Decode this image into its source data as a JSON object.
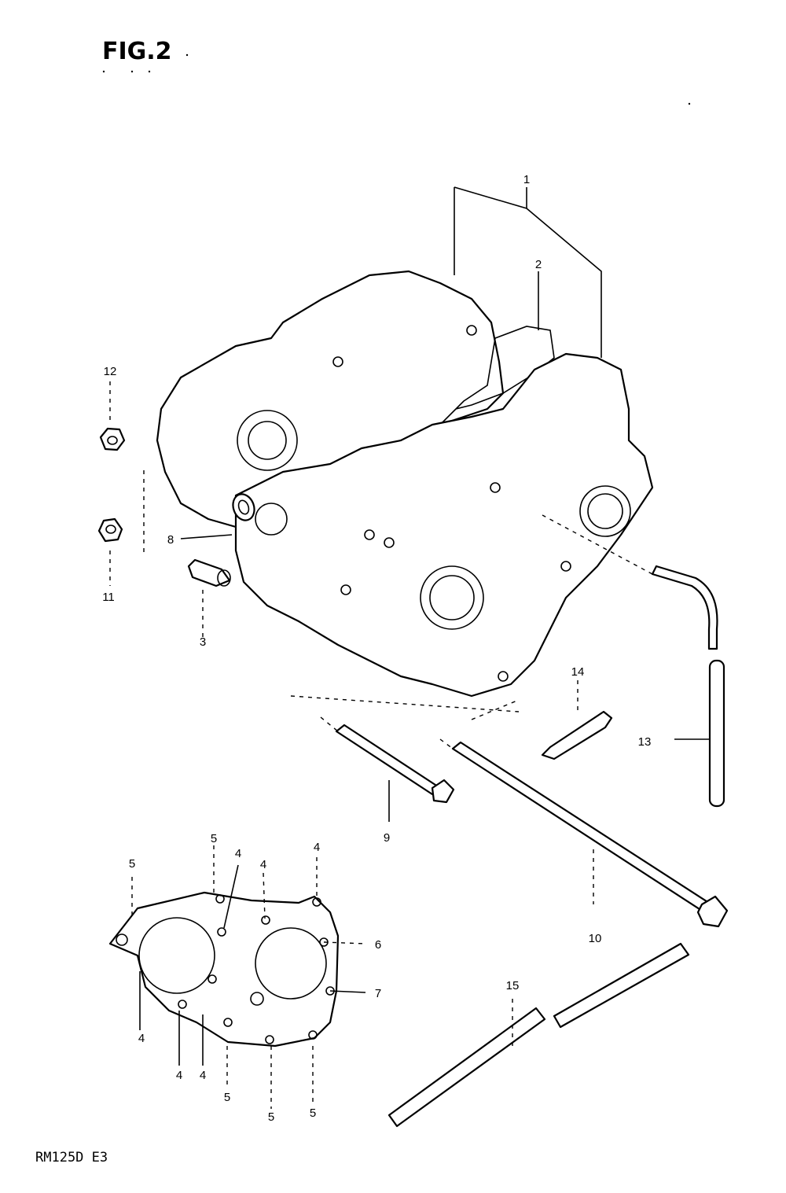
{
  "figure": {
    "title": "FIG.2",
    "model_code": "RM125D E3"
  },
  "callouts": [
    {
      "id": "c1",
      "label": "1"
    },
    {
      "id": "c2",
      "label": "2"
    },
    {
      "id": "c3",
      "label": "3"
    },
    {
      "id": "c4a",
      "label": "4"
    },
    {
      "id": "c4b",
      "label": "4"
    },
    {
      "id": "c4c",
      "label": "4"
    },
    {
      "id": "c4d",
      "label": "4"
    },
    {
      "id": "c4e",
      "label": "4"
    },
    {
      "id": "c4f",
      "label": "4"
    },
    {
      "id": "c5a",
      "label": "5"
    },
    {
      "id": "c5b",
      "label": "5"
    },
    {
      "id": "c5c",
      "label": "5"
    },
    {
      "id": "c5d",
      "label": "5"
    },
    {
      "id": "c5e",
      "label": "5"
    },
    {
      "id": "c6",
      "label": "6"
    },
    {
      "id": "c7",
      "label": "7"
    },
    {
      "id": "c8",
      "label": "8"
    },
    {
      "id": "c9",
      "label": "9"
    },
    {
      "id": "c10",
      "label": "10"
    },
    {
      "id": "c11",
      "label": "11"
    },
    {
      "id": "c12",
      "label": "12"
    },
    {
      "id": "c13",
      "label": "13"
    },
    {
      "id": "c14",
      "label": "14"
    },
    {
      "id": "c15",
      "label": "15"
    }
  ]
}
